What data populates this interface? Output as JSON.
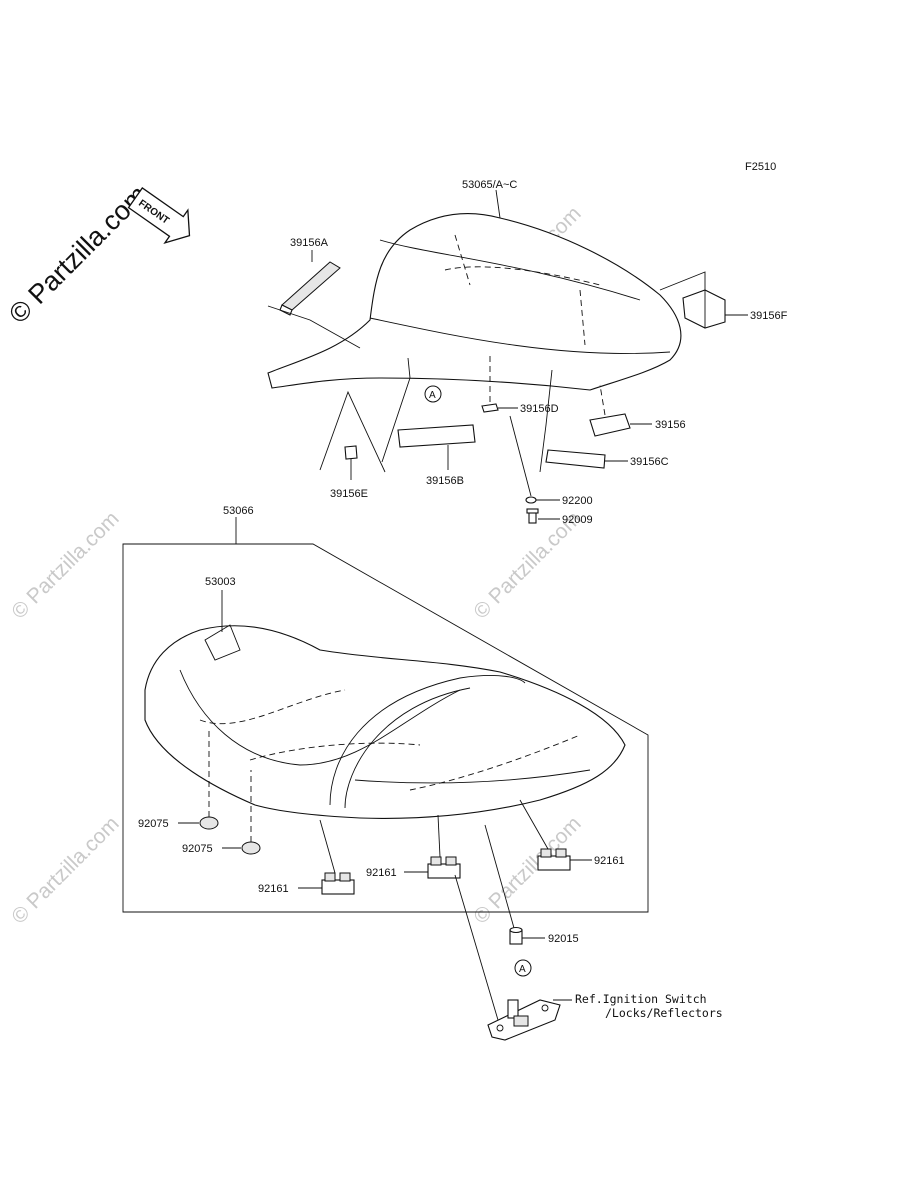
{
  "figure_code": "F2510",
  "watermark": {
    "main": "© Partzilla.com",
    "repeat": "© Partzilla.com"
  },
  "front_badge": "FRONT",
  "labels": {
    "seat_cover": "53065/A~C",
    "p39156A": "39156A",
    "p39156F": "39156F",
    "p39156D": "39156D",
    "p39156": "39156",
    "p39156C": "39156C",
    "p39156E": "39156E",
    "p39156B": "39156B",
    "p92200": "92200",
    "p92009": "92009",
    "seat_assy": "53066",
    "p53003": "53003",
    "p92075_a": "92075",
    "p92075_b": "92075",
    "p92161_a": "92161",
    "p92161_b": "92161",
    "p92161_c": "92161",
    "p92015": "92015",
    "ref_line1": "Ref.Ignition Switch",
    "ref_line2": "/Locks/Reflectors",
    "marker_a_top": "A",
    "marker_a_bottom": "A"
  }
}
